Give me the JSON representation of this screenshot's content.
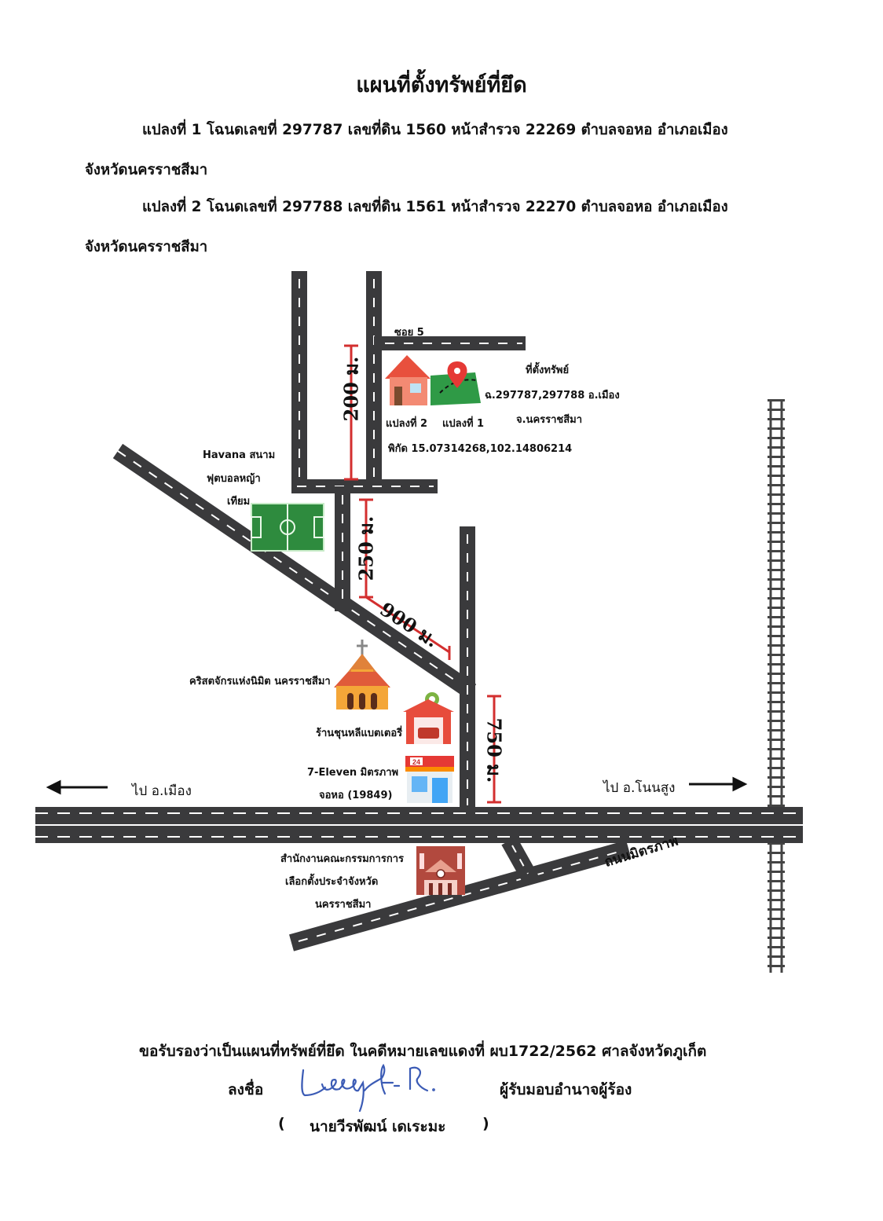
{
  "header": {
    "title": "แผนที่ตั้งทรัพย์ที่ยึด",
    "parcel1_line1": "แปลงที่ 1 โฉนดเลขที่ 297787 เลขที่ดิน 1560 หน้าสำรวจ 22269 ตำบลจอหอ อำเภอเมือง",
    "parcel1_line2": "จังหวัดนครราชสีมา",
    "parcel2_line1": "แปลงที่ 2 โฉนดเลขที่ 297788 เลขที่ดิน 1561 หน้าสำรวจ 22270 ตำบลจอหอ อำเภอเมือง",
    "parcel2_line2": "จังหวัดนครราชสีมา"
  },
  "map": {
    "soi_label": "ซอย 5",
    "property_label": "ที่ตั้งทรัพย์",
    "deed_label": "ฉ.297787,297788 อ.เมือง",
    "province_label": "จ.นครราชสีมา",
    "parcel2_label": "แปลงที่ 2",
    "parcel1_label": "แปลงที่ 1",
    "coords_label": "พิกัด 15.07314268,102.14806214",
    "field_label_1": "Havana สนาม",
    "field_label_2": "ฟุตบอลหญ้า",
    "field_label_3": "เทียม",
    "church_label": "คริสตจักรแห่งนิมิต นครราชสีมา",
    "battery_label": "ร้านชุนหลีแบตเตอรี่",
    "seven_label_1": "7-Eleven มิตรภาพ",
    "seven_label_2": "จอหอ (19849)",
    "seven_badge": "24",
    "office_label_1": "สำนักงานคณะกรรมการการ",
    "office_label_2": "เลือกตั้งประจำจังหวัด",
    "office_label_3": "นครราชสีมา",
    "road_label": "ถนนมิตรภาพ",
    "to_left_label": "ไป อ.เมือง",
    "to_right_label": "ไป อ.โนนสูง",
    "dist_200": "200 ม.",
    "dist_250": "250 ม.",
    "dist_900": "900 ม.",
    "dist_750": "750 ม.",
    "colors": {
      "road": "#3a3a3c",
      "road_dash": "#ffffff",
      "distance_marker": "#d32f2f",
      "field": "#2e8b3e",
      "land": "#2f9a46",
      "pin": "#e53935",
      "house": "#ef6a57",
      "church": "#f4a638",
      "shop": "#e74c3c",
      "office": "#9c3b32",
      "railway": "#444444"
    }
  },
  "footer": {
    "certify": "ขอรับรองว่าเป็นแผนที่ทรัพย์ที่ยึด ในคดีหมายเลขแดงที่ ผบ1722/2562 ศาลจังหวัดภูเก็ต",
    "sign_label": "ลงชื่อ",
    "role": "ผู้รับมอบอำนาจผู้ร้อง",
    "open_paren": "(",
    "name": "นายวีรพัฒน์ เดเระมะ",
    "close_paren": ")"
  }
}
